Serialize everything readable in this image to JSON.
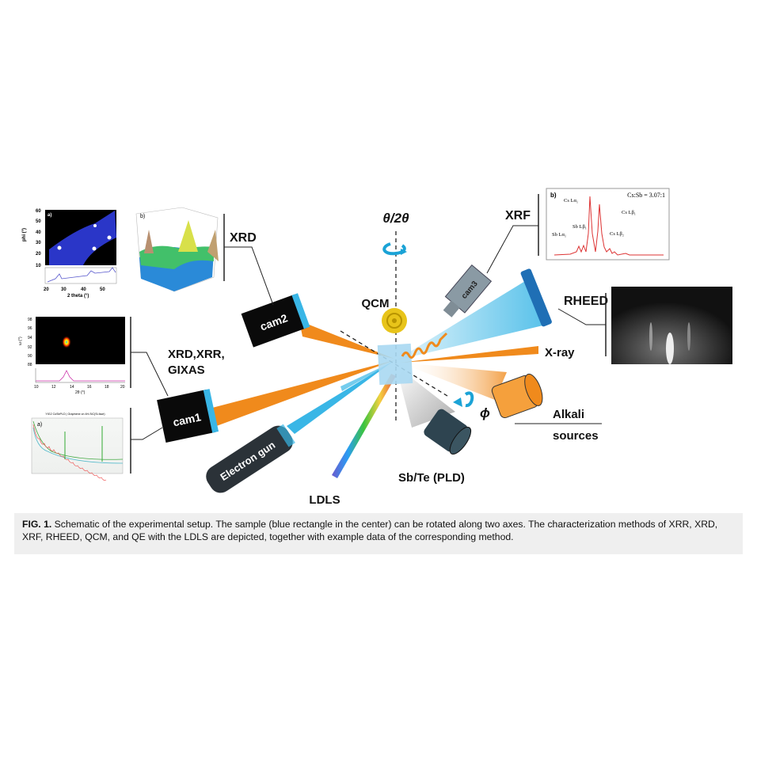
{
  "labels": {
    "theta": "θ/2θ",
    "qcm": "QCM",
    "xrf": "XRF",
    "xrd": "XRD",
    "xrd_xrr": "XRD,XRR,",
    "gixas": "GIXAS",
    "rheed": "RHEED",
    "xray": "X-ray",
    "alkali": "Alkali",
    "sources": "sources",
    "phi": "ϕ",
    "sbte": "Sb/Te (PLD)",
    "ldls": "LDLS",
    "electron_gun": "Electron gun",
    "cam1": "cam1",
    "cam2": "cam2",
    "cam3": "cam3"
  },
  "insets": {
    "a_tag": "a)",
    "a_ylabel": "phi (°)",
    "a_yticks": [
      "60",
      "50",
      "40",
      "30",
      "20",
      "10"
    ],
    "a_xlabel": "2 theta (°)",
    "a_xticks": [
      "20",
      "30",
      "40",
      "50"
    ],
    "b_tag": "b)",
    "rc_ylabel": "ω (°)",
    "rc_yticks": [
      "98",
      "96",
      "94",
      "92",
      "90",
      "88"
    ],
    "rc_xlabel": "2θ (°)",
    "rc_xticks": [
      "10",
      "12",
      "14",
      "16",
      "18",
      "20"
    ],
    "xrr_title": "YIG2 CoSbPLD | Graphene on 4H-SiC(Si-face)",
    "xrr_tag": "a)",
    "xrf_tag": "b)",
    "xrf_ratio": "Cs:Sb = 3.07:1",
    "xrf_peaks": [
      "Cs Lα₁",
      "Cs Lβ₁",
      "Sb Lβ₁",
      "Sb Lα₁",
      "Cs Lβ₂"
    ]
  },
  "caption": {
    "prefix": "FIG. 1.",
    "text": " Schematic of the experimental setup. The sample (blue rectangle in the center) can be rotated along two axes. The characterization methods of XRR, XRD, XRF, RHEED, QCM, and QE with the LDLS are depicted, together with example data of the corresponding method."
  },
  "colors": {
    "orange": "#f08a1c",
    "blue": "#39b6e6",
    "sample": "#a9d8f2",
    "dark": "#1e2a30"
  }
}
